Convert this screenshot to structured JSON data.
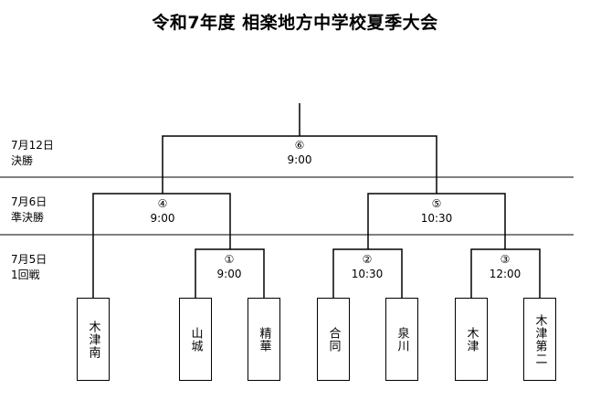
{
  "title": "令和7年度 相楽地方中学校夏季大会",
  "rounds": [
    {
      "date": "7月12日",
      "name": "決勝"
    },
    {
      "date": "7月6日",
      "name": "準決勝"
    },
    {
      "date": "7月5日",
      "name": "1回戦"
    }
  ],
  "matches": [
    {
      "number": "①",
      "time": "9:00"
    },
    {
      "number": "②",
      "time": "10:30"
    },
    {
      "number": "③",
      "time": "12:00"
    },
    {
      "number": "④",
      "time": "9:00"
    },
    {
      "number": "⑤",
      "time": "10:30"
    },
    {
      "number": "⑥",
      "time": "9:00"
    }
  ],
  "teams": [
    "木津南",
    "山城",
    "精華",
    "合同",
    "泉川",
    "木津",
    "木津第二"
  ]
}
